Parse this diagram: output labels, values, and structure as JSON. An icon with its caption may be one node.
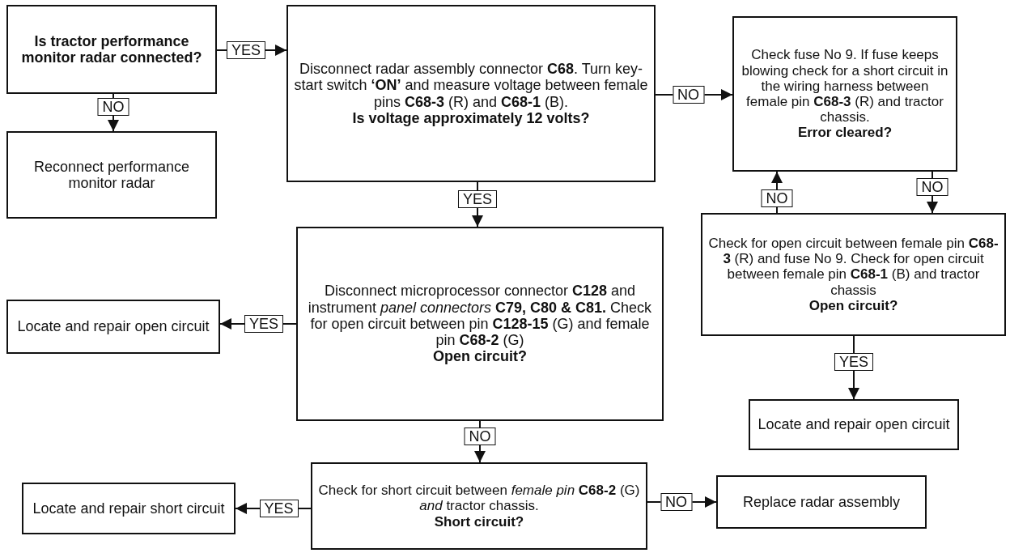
{
  "diagram": {
    "nodes": [
      {
        "text": [
          "Is tractor performance monitor radar connected?"
        ]
      },
      {
        "text": [
          "Reconnect performance monitor radar"
        ]
      },
      {
        "text": [
          "Disconnect radar assembly connector **C68**. Turn key-start switch **‘ON’** and measure voltage between female pins **C68-3** (R) and **C68-1** (B).",
          "Is voltage approximately 12 volts?"
        ]
      },
      {
        "text": [
          "Check fuse No 9. If fuse keeps blowing check for a short circuit in the wiring harness between female pin **C68-3** (R) and tractor chassis.",
          "Error cleared?"
        ]
      },
      {
        "text": [
          "Check for open circuit between female pin **C68-3** (R) and fuse No 9. Check for open circuit between female pin **C68-1** (B) and tractor chassis",
          "Open circuit?"
        ]
      },
      {
        "text": [
          "Locate and repair open circuit"
        ]
      },
      {
        "text": [
          "Disconnect microprocessor connector **C128** and instrument *panel connectors* **C79, C80 & C81.** Check for open circuit between pin **C128-15** (G) and female pin **C68-2** (G)",
          "Open circuit?"
        ]
      },
      {
        "text": [
          "Locate and repair open circuit"
        ]
      },
      {
        "text": [
          "Check for short circuit between *female pin* **C68-2** (G) *and* tractor chassis.",
          "Short circuit?"
        ]
      },
      {
        "text": [
          "Locate and repair short circuit"
        ]
      },
      {
        "text": [
          "Replace radar assembly"
        ]
      }
    ],
    "edges": [
      {
        "from": 0,
        "to": 2,
        "arrow": "to",
        "label": "YES"
      },
      {
        "from": 0,
        "to": 1,
        "arrow": "to",
        "label": "NO"
      },
      {
        "from": 2,
        "to": 3,
        "arrow": "to",
        "label": "NO"
      },
      {
        "from": 2,
        "to": 6,
        "arrow": "to",
        "label": "YES"
      },
      {
        "from": 3,
        "to": 4,
        "arrow": "to",
        "label": "NO"
      },
      {
        "from": 4,
        "to": 3,
        "arrow": "to",
        "label": "NO"
      },
      {
        "from": 4,
        "to": 5,
        "arrow": "to",
        "label": "YES"
      },
      {
        "from": 6,
        "to": 7,
        "arrow": "to",
        "label": "YES"
      },
      {
        "from": 6,
        "to": 8,
        "arrow": "to",
        "label": "NO"
      },
      {
        "from": 8,
        "to": 9,
        "arrow": "to",
        "label": "YES"
      },
      {
        "from": 8,
        "to": 10,
        "arrow": "to",
        "label": "NO"
      }
    ]
  }
}
